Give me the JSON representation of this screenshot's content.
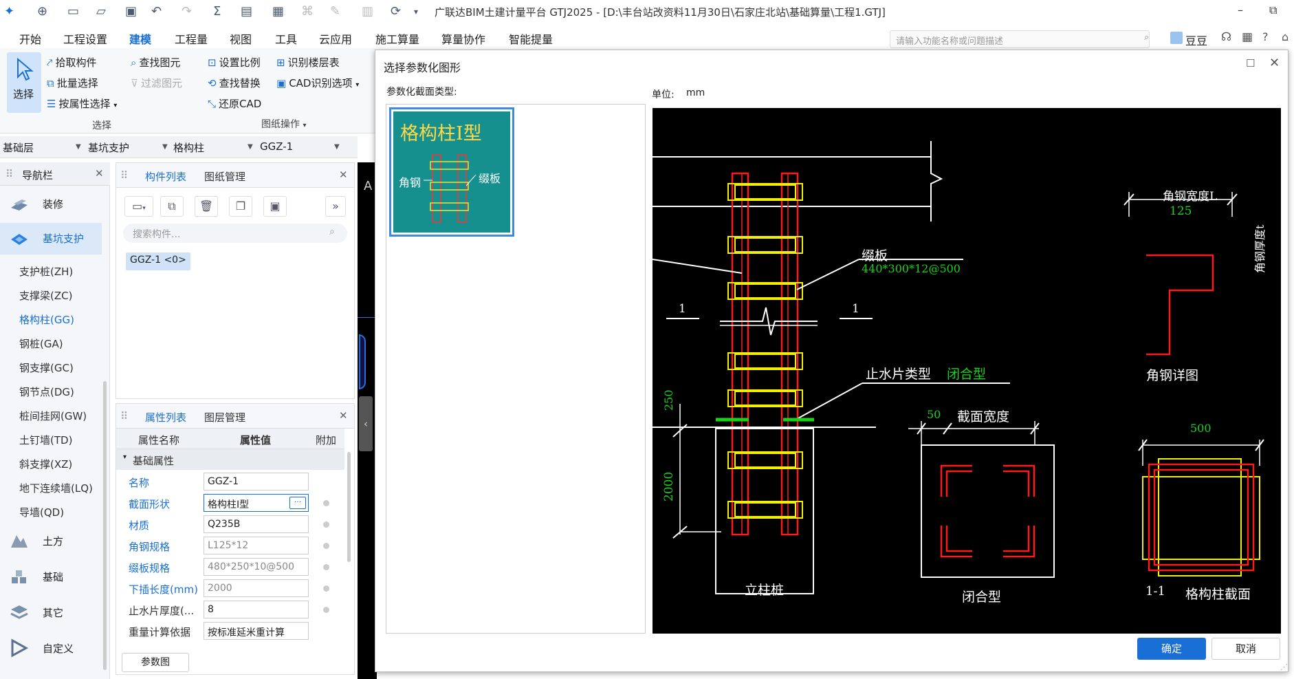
{
  "app": {
    "title": "广联达BIM土建计量平台 GTJ2025 - [D:\\丰台站改资料11月30日\\石家庄北站\\基础算量\\工程1.GTJ]"
  },
  "menu": [
    "开始",
    "工程设置",
    "建模",
    "工程量",
    "视图",
    "工具",
    "云应用",
    "施工算量",
    "算量协作",
    "智能提量"
  ],
  "menu_active": "建模",
  "search": {
    "placeholder": "请输入功能名称或问题描述"
  },
  "user": {
    "name": "豆豆"
  },
  "ribbon": {
    "select_big": "选择",
    "pick": "拾取构件",
    "batch": "批量选择",
    "by_attr": "按属性选择",
    "find_elem": "查找图元",
    "filter_elem": "过滤图元",
    "set_scale": "设置比例",
    "find_replace": "查找替换",
    "restore_cad": "还原CAD",
    "recognize_floor": "识别楼层表",
    "cad_options": "CAD识别选项",
    "group_select": "选择",
    "group_drawing": "图纸操作"
  },
  "dropdowns": [
    "基础层",
    "基坑支护",
    "格构柱",
    "GGZ-1"
  ],
  "nav": {
    "title": "导航栏",
    "groups_top": [
      {
        "label": "装修"
      },
      {
        "label": "基坑支护"
      }
    ],
    "subs": [
      "支护桩(ZH)",
      "支撑梁(ZC)",
      "格构柱(GG)",
      "钢桩(GA)",
      "钢支撑(GC)",
      "钢节点(DG)",
      "桩间挂网(GW)",
      "土钉墙(TD)",
      "斜支撑(XZ)",
      "地下连续墙(LQ)",
      "导墙(QD)"
    ],
    "active_sub": "格构柱(GG)",
    "groups_bottom": [
      {
        "label": "土方"
      },
      {
        "label": "基础"
      },
      {
        "label": "其它"
      },
      {
        "label": "自定义"
      }
    ]
  },
  "component_panel": {
    "tab1": "构件列表",
    "tab2": "图纸管理",
    "search_placeholder": "搜索构件...",
    "item": "GGZ-1 <0>"
  },
  "property_panel": {
    "tab1": "属性列表",
    "tab2": "图层管理",
    "col_name": "属性名称",
    "col_value": "属性值",
    "col_extra": "附加",
    "section": "基础属性",
    "rows": [
      {
        "name": "名称",
        "value": "GGZ-1"
      },
      {
        "name": "截面形状",
        "value": "格构柱I型"
      },
      {
        "name": "材质",
        "value": "Q235B"
      },
      {
        "name": "角钢规格",
        "value": "L125*12"
      },
      {
        "name": "缀板规格",
        "value": "480*250*10@500"
      },
      {
        "name": "下插长度(mm)",
        "value": "2000"
      },
      {
        "name": "止水片厚度(...",
        "value": "8"
      },
      {
        "name": "重量计算依据",
        "value": "按标准延米重计算"
      }
    ],
    "param_button": "参数图"
  },
  "dialog": {
    "title": "选择参数化图形",
    "section_label": "参数化截面类型:",
    "unit_label": "单位:",
    "unit": "mm",
    "thumb": {
      "title": "格构柱I型",
      "label_left": "角钢",
      "label_right": "缀板"
    },
    "cad": {
      "zuiban": "缀板",
      "zuiban_spec": "440*300*12@500",
      "section_mark": "1",
      "water_stop": "止水片类型",
      "water_stop_type": "闭合型",
      "dim_250": "250",
      "dim_2000": "2000",
      "pile_label": "立柱桩",
      "angle_width": "角钢宽度L",
      "angle_width_val": "125",
      "angle_thick": "角钢厚度t",
      "angle_detail": "角钢详图",
      "dim_50": "50",
      "section_width": "截面宽度",
      "closed_type": "闭合型",
      "dim_500": "500",
      "section_title_num": "1-1",
      "section_title": "格构柱截面"
    },
    "ok": "确定",
    "cancel": "取消"
  },
  "colors": {
    "accent": "#1a6fd6",
    "cad_red": "#ff1a1a",
    "cad_yellow": "#f0f000",
    "cad_green": "#19d219",
    "thumb_bg": "#15908e"
  }
}
